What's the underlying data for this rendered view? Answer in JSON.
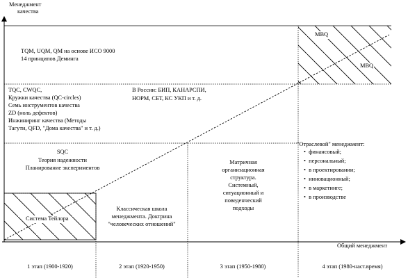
{
  "axes": {
    "y_label_line1": "Менеджмент",
    "y_label_line2": "качества",
    "x_label": "Общий менеджмент"
  },
  "blocks": {
    "tqm_line1": "TQM, UQM, QM на основе ИСО 9000",
    "tqm_line2": "14 принципов Деминга",
    "mbq_top": "MBQ",
    "mbq_bottom": "MBQ",
    "tqc_lines": [
      "TQC, CWQC,",
      "Кружки качества (QC-circles)",
      "Семь инструментов качества",
      "ZD (ноль дефектов)",
      "Инжиниринг качества (Методы",
      "Тагути, QFD, \"Дома качества\" и т. д.)"
    ],
    "russia_lines": [
      "В России: БИП, КАНАРСПИ,",
      "НОРМ, СБТ, КС УКП и т. д."
    ],
    "sqc_lines": [
      "SQC",
      "Теория надежности",
      "Планирование экспериментов"
    ],
    "taylor": "Система Тейлора",
    "classic_lines": [
      "Классическая школа",
      "менеджмента. Доктрина",
      "\"человеческих отношений\""
    ],
    "matrix_lines": [
      "Матричная",
      "организационная",
      "структура.",
      "Системный,",
      "ситуационный и",
      "поведенческий",
      "подходы"
    ],
    "sector_title": "\"Отраслевой\" менеджмент:",
    "sector_items": [
      "финансовый;",
      "персональный;",
      "в проектировании;",
      "инновационный;",
      "в маркетинге;",
      "в производстве"
    ]
  },
  "stages": [
    "1 этап (1900-1920)",
    "2 этап (1920-1950)",
    "3 этап (1950-1980)",
    "4 этап (1980-наст.время)"
  ]
}
